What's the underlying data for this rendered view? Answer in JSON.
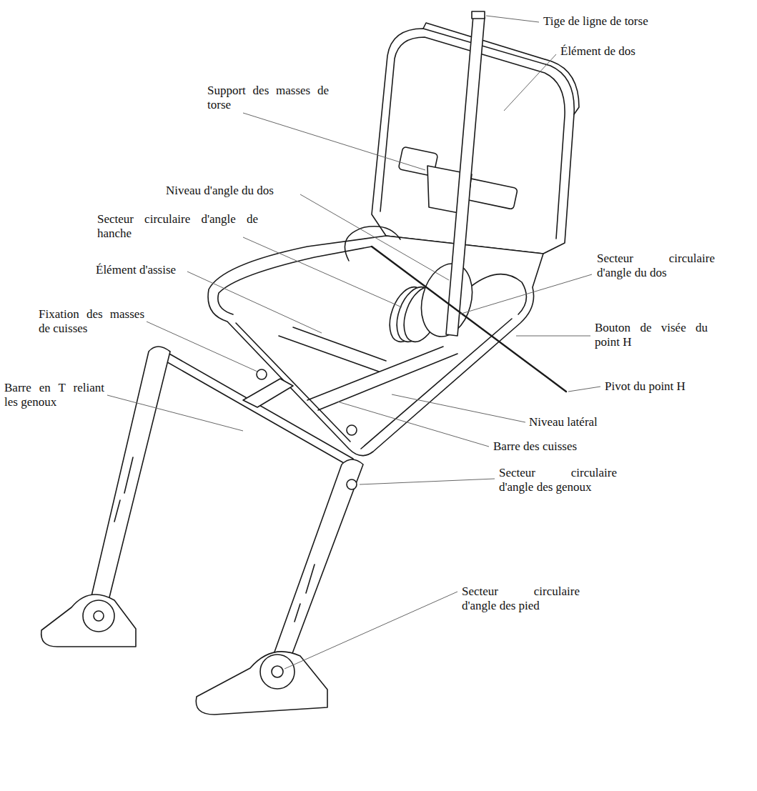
{
  "diagram": {
    "labels": [
      "Tige de ligne de torse",
      "Élément de dos",
      "Support des masses de torse",
      "Niveau d'angle du dos",
      "Secteur circulaire d'angle de hanche",
      "Élément d'assise",
      "Fixation des masses de cuisses",
      "Barre en T reliant les genoux",
      "Secteur circulaire d'angle du dos",
      "Bouton de visée du point H",
      "Pivot du point H",
      "Niveau latéral",
      "Barre des cuisses",
      "Secteur circulaire d'angle des genoux",
      "Secteur circulaire d'angle des pied"
    ]
  }
}
